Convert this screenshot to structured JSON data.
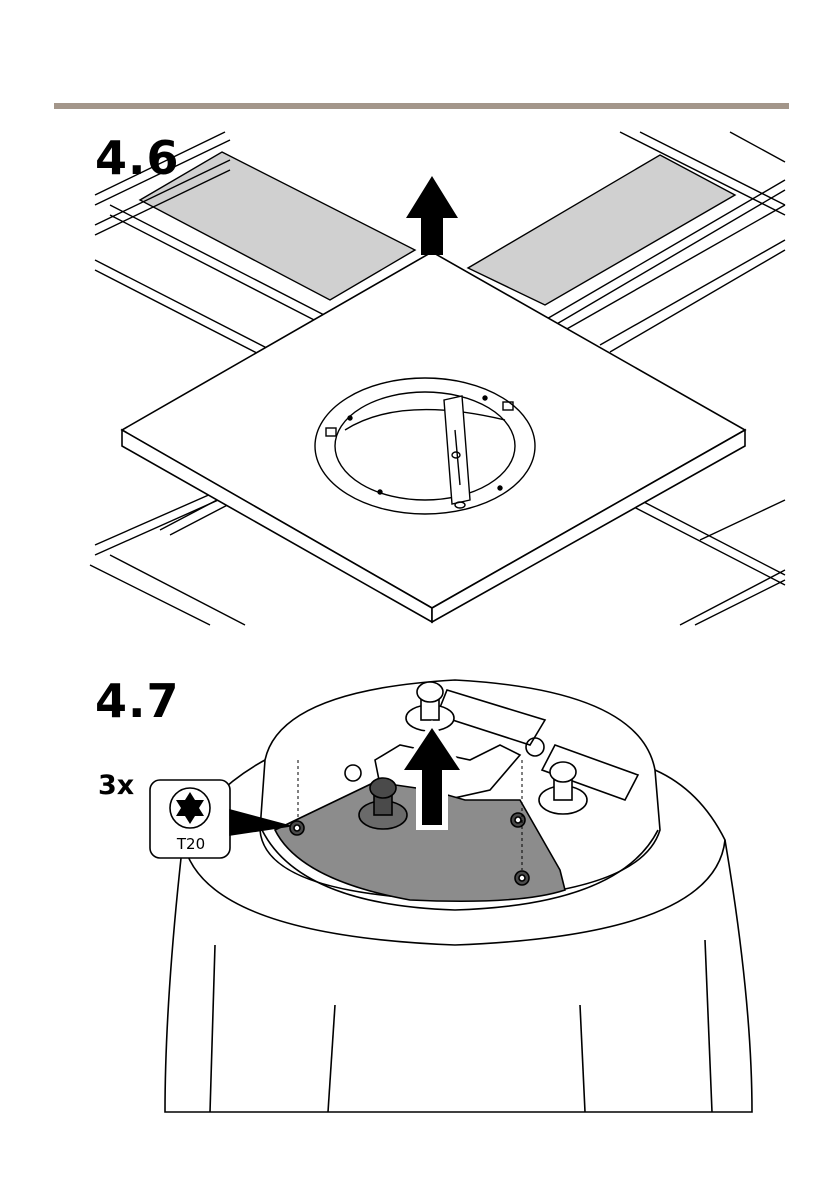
{
  "colors": {
    "rule": "#a3968a",
    "ink": "#000000",
    "ceiling_tile_shade": "#d0d0d0",
    "plate_fill": "#8c8c8c",
    "screw_head": "#4a4a4a"
  },
  "steps": [
    {
      "label": "4.6"
    },
    {
      "label": "4.7"
    }
  ],
  "step_47": {
    "quantity": "3x",
    "tool": "T20",
    "tool_icon": "torx-bit-icon"
  }
}
